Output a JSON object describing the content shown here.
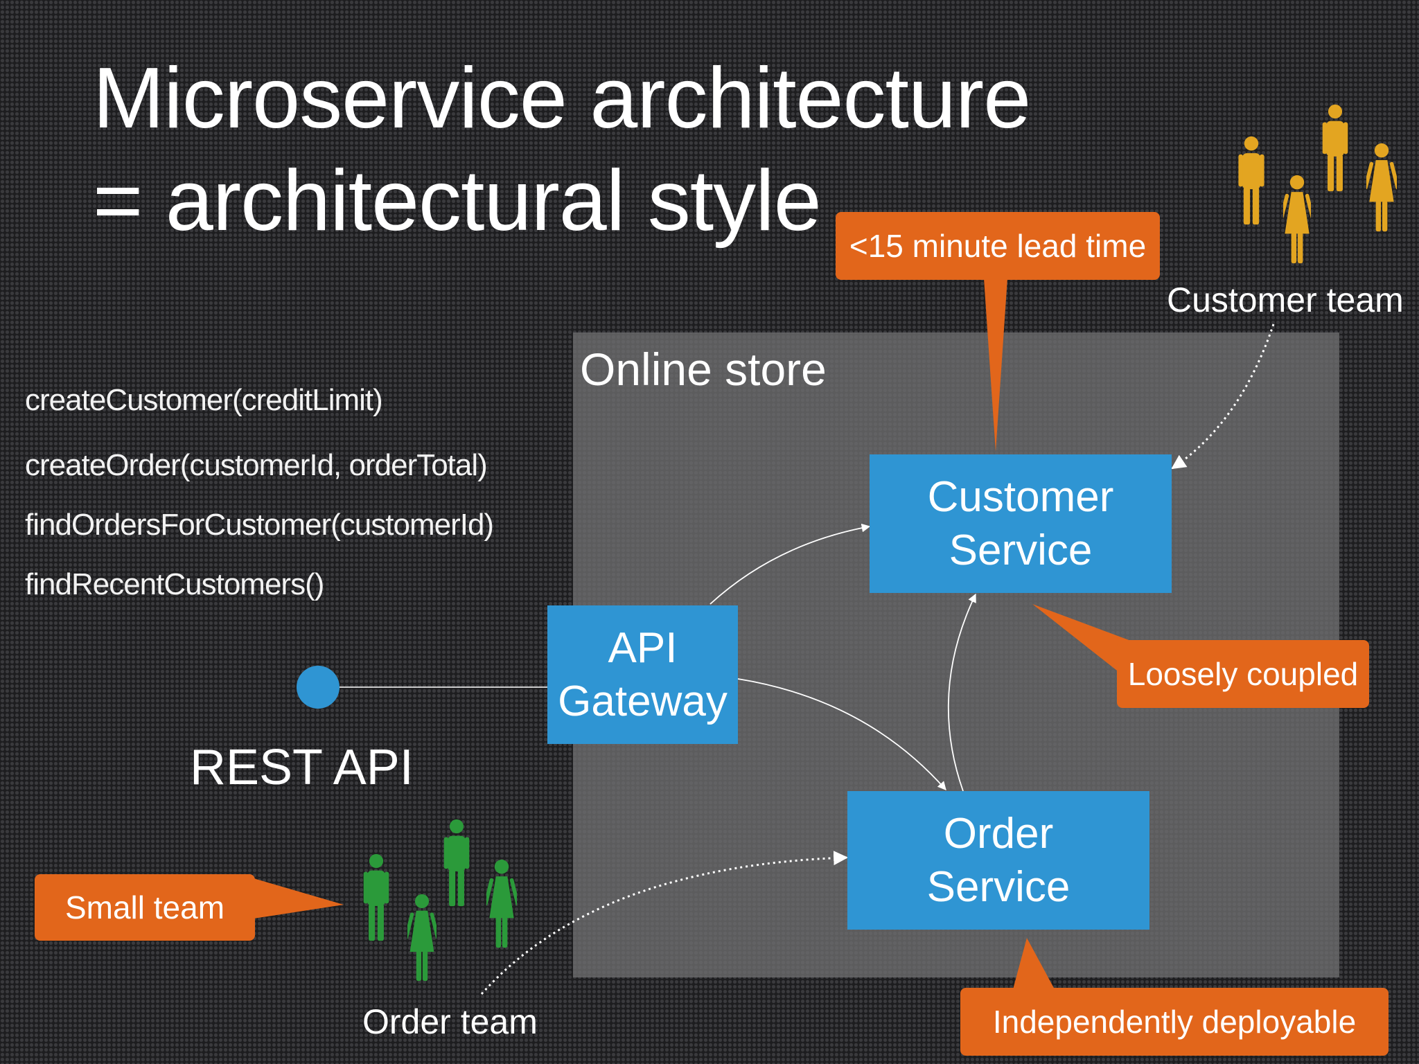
{
  "title": {
    "line1": "Microservice architecture",
    "line2": "= architectural style"
  },
  "operations": [
    "createCustomer(creditLimit)",
    "createOrder(customerId, orderTotal)",
    "findOrdersForCustomer(customerId)",
    "findRecentCustomers()"
  ],
  "store": {
    "label": "Online store"
  },
  "services": {
    "api": "API\nGateway",
    "customer": "Customer\nService",
    "order": "Order\nService"
  },
  "rest_api": "REST API",
  "callouts": {
    "lead_time": "<15 minute lead time",
    "loosely_coupled": "Loosely coupled",
    "small_team": "Small team",
    "deployable": "Independently deployable"
  },
  "teams": {
    "customer": "Customer team",
    "order": "Order team"
  },
  "colors": {
    "service": "#2f95d3",
    "callout": "#e2661b",
    "customer_team": "#e3a521",
    "order_team": "#2b9a3a"
  }
}
